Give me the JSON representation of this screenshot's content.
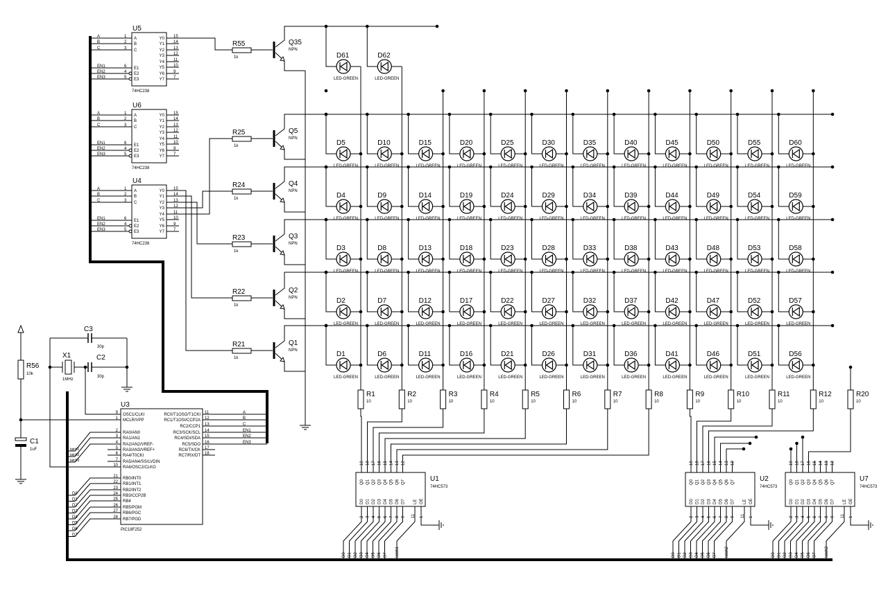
{
  "decoders": [
    {
      "ref": "U5",
      "part": "74HC238"
    },
    {
      "ref": "U6",
      "part": "74HC238"
    },
    {
      "ref": "U4",
      "part": "74HC238"
    }
  ],
  "decoder_pins": {
    "inputs": [
      {
        "net": "A",
        "pin": "1",
        "name": "A"
      },
      {
        "net": "B",
        "pin": "2",
        "name": "B"
      },
      {
        "net": "C",
        "pin": "3",
        "name": "C"
      },
      {
        "net": "EN1",
        "pin": "6",
        "name": "E1"
      },
      {
        "net": "EN2",
        "pin": "4",
        "name": "E2"
      },
      {
        "net": "EN3",
        "pin": "5",
        "name": "E3"
      }
    ],
    "outputs": [
      {
        "name": "Y0",
        "pin": "15"
      },
      {
        "name": "Y1",
        "pin": "14"
      },
      {
        "name": "Y2",
        "pin": "13"
      },
      {
        "name": "Y3",
        "pin": "12"
      },
      {
        "name": "Y4",
        "pin": "11"
      },
      {
        "name": "Y5",
        "pin": "10"
      },
      {
        "name": "Y6",
        "pin": "9"
      },
      {
        "name": "Y7",
        "pin": "7"
      }
    ]
  },
  "transistors": [
    {
      "ref": "Q35",
      "type": "NPN"
    },
    {
      "ref": "Q5",
      "type": "NPN"
    },
    {
      "ref": "Q4",
      "type": "NPN"
    },
    {
      "ref": "Q3",
      "type": "NPN"
    },
    {
      "ref": "Q2",
      "type": "NPN"
    },
    {
      "ref": "Q1",
      "type": "NPN"
    }
  ],
  "base_resistors": [
    {
      "ref": "R55",
      "value": "1k"
    },
    {
      "ref": "R25",
      "value": "1k"
    },
    {
      "ref": "R24",
      "value": "1k"
    },
    {
      "ref": "R23",
      "value": "1k"
    },
    {
      "ref": "R22",
      "value": "1k"
    },
    {
      "ref": "R21",
      "value": "1k"
    }
  ],
  "extra_leds": [
    {
      "ref": "D61"
    },
    {
      "ref": "D62"
    }
  ],
  "led_part": "LED-GREEN",
  "led_rows": [
    [
      "D5",
      "D10",
      "D15",
      "D20",
      "D25",
      "D30",
      "D35",
      "D40",
      "D45",
      "D50",
      "D55",
      "D60"
    ],
    [
      "D4",
      "D9",
      "D14",
      "D19",
      "D24",
      "D29",
      "D34",
      "D39",
      "D44",
      "D49",
      "D54",
      "D59"
    ],
    [
      "D3",
      "D8",
      "D13",
      "D18",
      "D23",
      "D28",
      "D33",
      "D38",
      "D43",
      "D48",
      "D53",
      "D58"
    ],
    [
      "D2",
      "D7",
      "D12",
      "D17",
      "D22",
      "D27",
      "D32",
      "D37",
      "D42",
      "D47",
      "D52",
      "D57"
    ],
    [
      "D1",
      "D6",
      "D11",
      "D16",
      "D21",
      "D26",
      "D31",
      "D36",
      "D41",
      "D46",
      "D51",
      "D56"
    ]
  ],
  "column_resistors": [
    {
      "ref": "R1",
      "value": "10"
    },
    {
      "ref": "R2",
      "value": "10"
    },
    {
      "ref": "R3",
      "value": "10"
    },
    {
      "ref": "R4",
      "value": "10"
    },
    {
      "ref": "R5",
      "value": "10"
    },
    {
      "ref": "R6",
      "value": "10"
    },
    {
      "ref": "R7",
      "value": "10"
    },
    {
      "ref": "R8",
      "value": "10"
    },
    {
      "ref": "R9",
      "value": "10"
    },
    {
      "ref": "R10",
      "value": "10"
    },
    {
      "ref": "R11",
      "value": "10"
    },
    {
      "ref": "R12",
      "value": "10"
    }
  ],
  "r20": {
    "ref": "R20",
    "value": "10"
  },
  "mcu": {
    "ref": "U3",
    "part": "PIC18F252",
    "left_pins": [
      {
        "pin": "9",
        "name": "OSC1/CLKI"
      },
      {
        "pin": "1",
        "name": "MCLR/VPP"
      },
      {
        "pin": "2",
        "name": "RA0/AN0"
      },
      {
        "pin": "3",
        "name": "RA1/AN1"
      },
      {
        "pin": "4",
        "name": "RA2/AN2/VREF-"
      },
      {
        "pin": "5",
        "name": "RA3/AN3/VREF+"
      },
      {
        "pin": "6",
        "name": "RA4/T0CKI"
      },
      {
        "pin": "7",
        "name": "RA5/AN4/SS/LVDIN"
      },
      {
        "pin": "10",
        "name": "RA6/OSC2/CLKO"
      },
      {
        "pin": "21",
        "name": "RB0/INT0"
      },
      {
        "pin": "22",
        "name": "RB1/INT1"
      },
      {
        "pin": "23",
        "name": "RB2/INT2"
      },
      {
        "pin": "24",
        "name": "RB3/CCP2B"
      },
      {
        "pin": "25",
        "name": "RB4"
      },
      {
        "pin": "26",
        "name": "RB5/PGM"
      },
      {
        "pin": "27",
        "name": "RB6/PGC"
      },
      {
        "pin": "28",
        "name": "RB7/PGD"
      }
    ],
    "right_pins": [
      {
        "pin": "11",
        "name": "RC0/T1OSO/T1CKI",
        "net": "A"
      },
      {
        "pin": "12",
        "name": "RC1/T1OSI/CCP2A",
        "net": "B"
      },
      {
        "pin": "13",
        "name": "RC2/CCP1",
        "net": "C"
      },
      {
        "pin": "14",
        "name": "RC3/SCK/SCL",
        "net": "EN1"
      },
      {
        "pin": "15",
        "name": "RC4/SDI/SDA",
        "net": "EN2"
      },
      {
        "pin": "16",
        "name": "RC5/SDO",
        "net": "EN3"
      },
      {
        "pin": "17",
        "name": "RC6/TX/CK",
        "net": ""
      },
      {
        "pin": "18",
        "name": "RC7/RX/DT",
        "net": ""
      }
    ],
    "latch_nets": [
      "latch1",
      "latch2",
      "latch3"
    ],
    "data_nets": [
      "D0",
      "D1",
      "D2",
      "D3",
      "D4",
      "D5",
      "D6",
      "D7"
    ]
  },
  "passives": {
    "r56": {
      "ref": "R56",
      "value": "10k"
    },
    "c1": {
      "ref": "C1",
      "value": "1uF"
    },
    "c2": {
      "ref": "C2",
      "value": "30p"
    },
    "c3": {
      "ref": "C3",
      "value": "30p"
    },
    "x1": {
      "ref": "X1",
      "value": "1MHz"
    }
  },
  "latches": [
    {
      "ref": "U1",
      "part": "74HC573",
      "latch_net": "latch1"
    },
    {
      "ref": "U2",
      "part": "74HC573",
      "latch_net": "latch2"
    },
    {
      "ref": "U7",
      "part": "74HC573",
      "latch_net": "latch3"
    }
  ],
  "latch_pins": {
    "q_names": [
      "Q0",
      "Q1",
      "Q2",
      "Q3",
      "Q4",
      "Q5",
      "Q6",
      "Q7"
    ],
    "q_pins": [
      "19",
      "18",
      "17",
      "16",
      "15",
      "14",
      "13",
      "12"
    ],
    "d_names": [
      "D0",
      "D1",
      "D2",
      "D3",
      "D4",
      "D5",
      "D6",
      "D7"
    ],
    "d_pins": [
      "2",
      "3",
      "4",
      "5",
      "6",
      "7",
      "8",
      "9"
    ],
    "le": "LE",
    "le_pin": "11",
    "oe": "OE",
    "oe_pin": "1"
  }
}
